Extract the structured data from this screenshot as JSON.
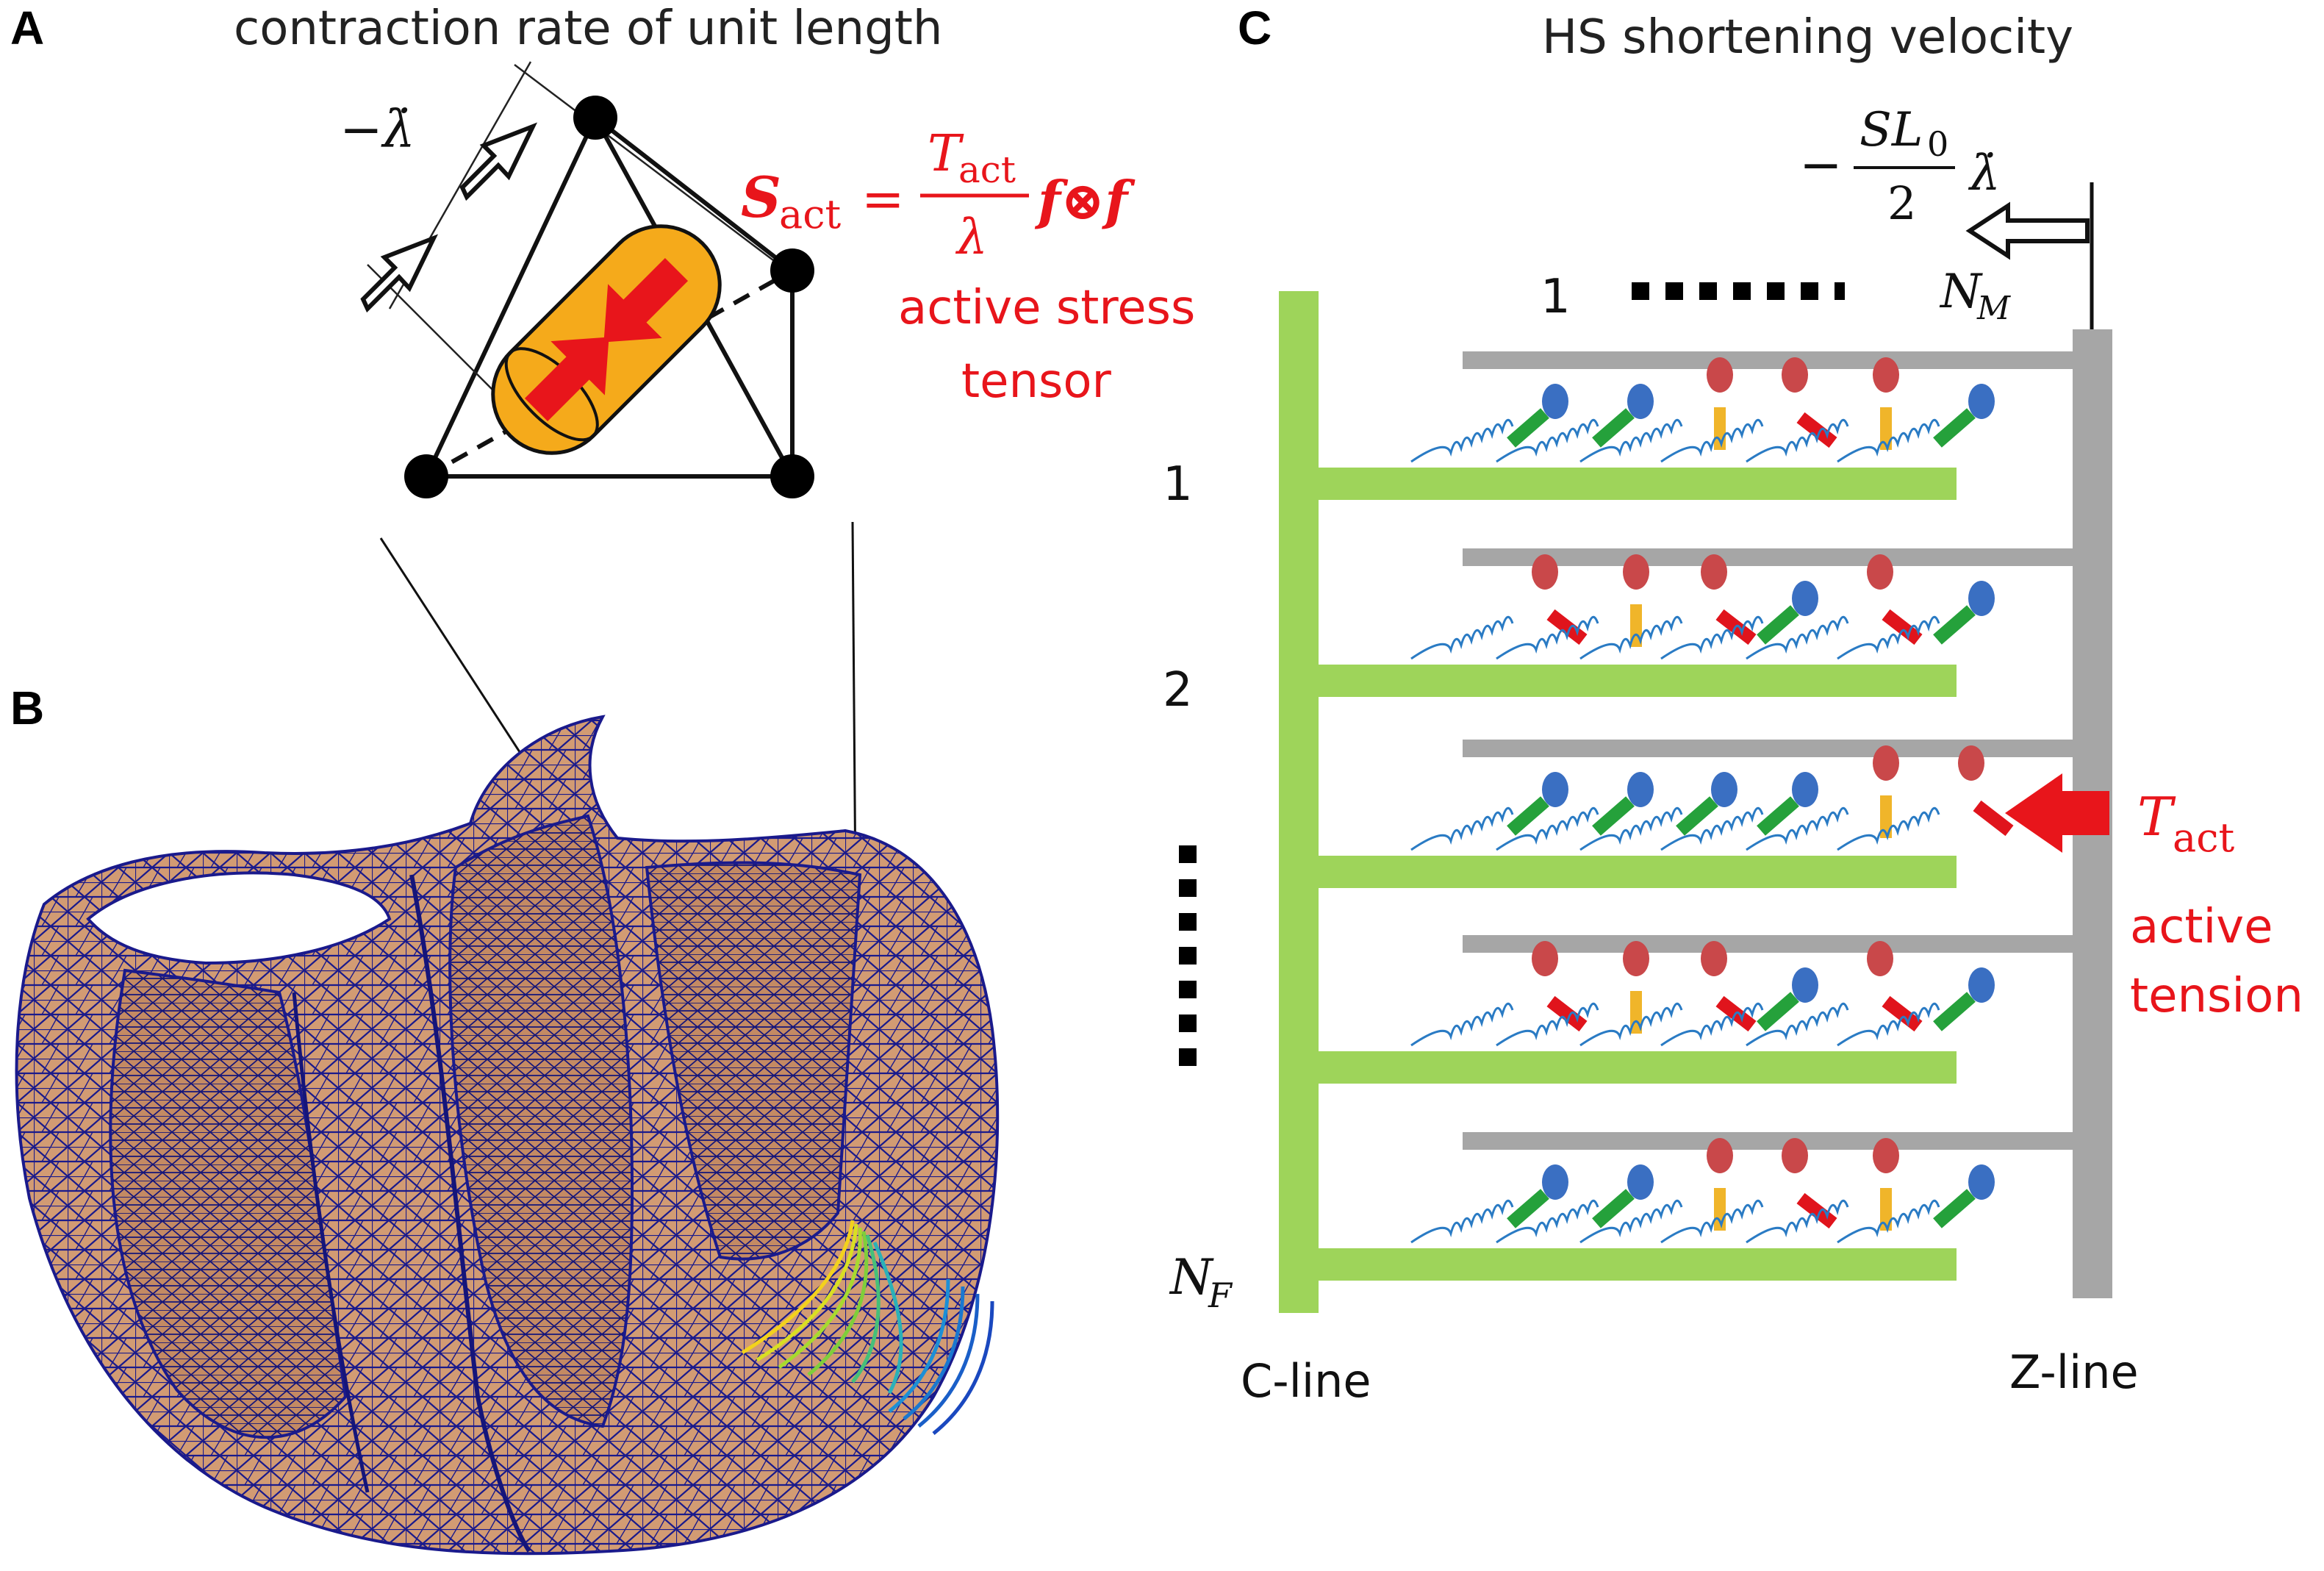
{
  "panels": {
    "a": {
      "letter": "A",
      "title": "contraction rate of unit length",
      "rate_label": "−λ̇",
      "formula": {
        "lhs": "S",
        "lhs_sub": "act",
        "equals": "=",
        "num": "T",
        "num_sub": "act",
        "den": "λ",
        "tail": "f⊗f"
      },
      "caption_line1": "active stress",
      "caption_line2": "tensor"
    },
    "b": {
      "letter": "B"
    },
    "c": {
      "letter": "C",
      "title": "HS shortening velocity",
      "velocity": {
        "minus": "−",
        "num": "SL",
        "num_sub": "0",
        "den": "2",
        "rate": "λ̇"
      },
      "top_index_first": "1",
      "top_index_last": "N",
      "top_index_last_sub": "M",
      "row_labels": [
        "1",
        "2"
      ],
      "row_label_last": "N",
      "row_label_last_sub": "F",
      "c_line": "C-line",
      "z_line": "Z-line",
      "tension_symbol": "T",
      "tension_sub": "act",
      "tension_line1": "active",
      "tension_line2": "tension"
    }
  },
  "colors": {
    "actin": "#9ed45a",
    "myosin": "#a6a6a6",
    "arrow_red": "#e8151b",
    "fiber_orange": "#f5aa1b",
    "heart": "#d29b73",
    "mesh": "#1a1a8c",
    "head_blue": "#3a6fc2",
    "head_red": "#c9484a",
    "neck_green": "#25a13b",
    "neck_yellow": "#f0b52a",
    "neck_red": "#e0141c"
  }
}
